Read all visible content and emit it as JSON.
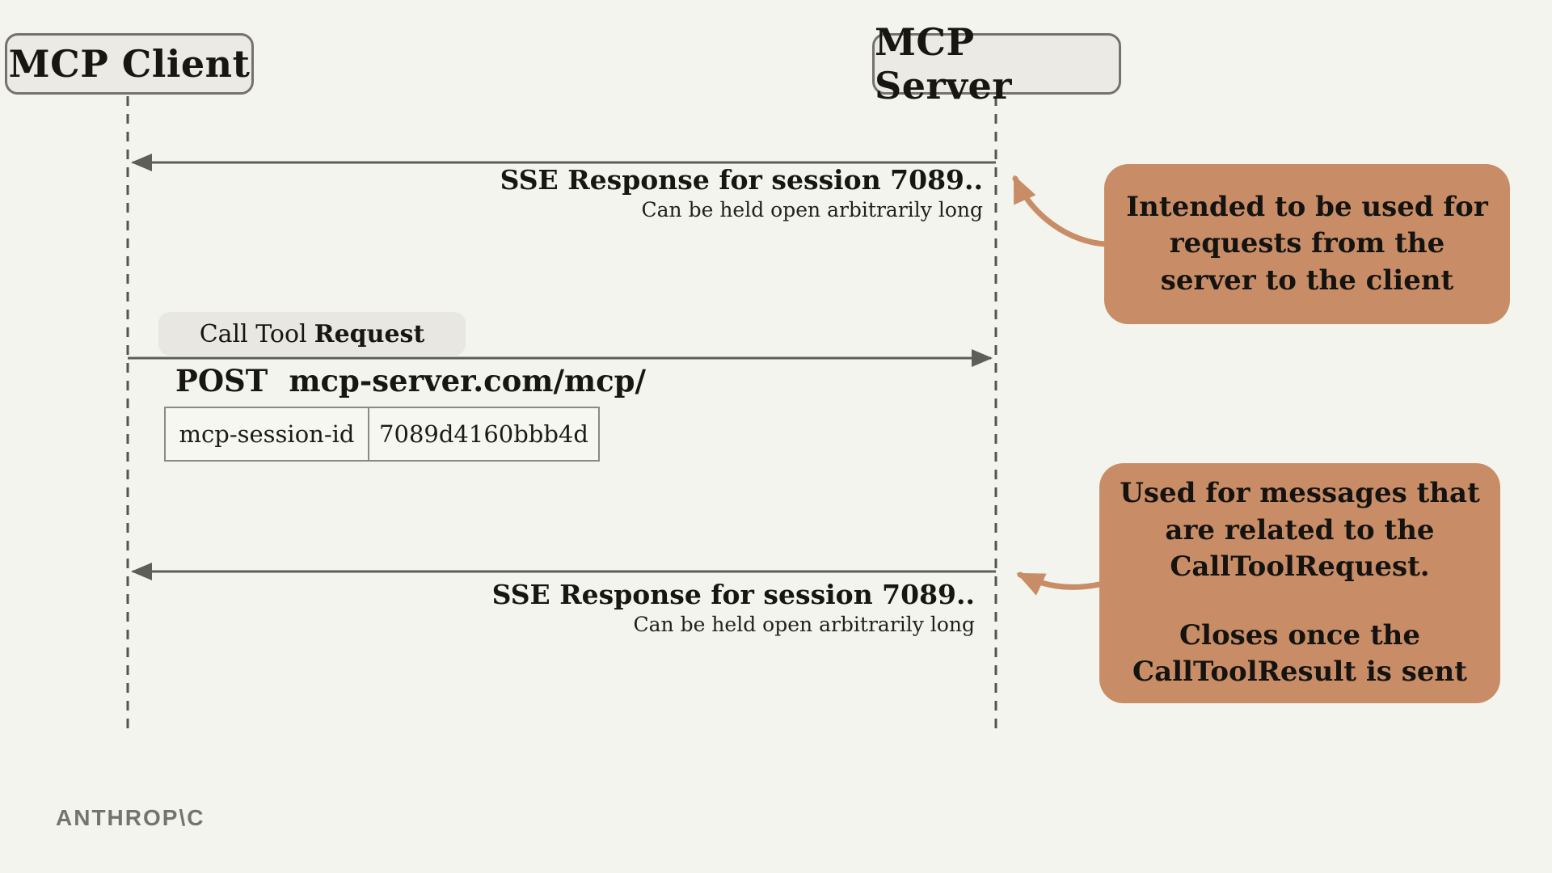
{
  "colors": {
    "background": "#f3f4ee",
    "accent_orange": "#c88d67",
    "line_gray": "#5e5d56",
    "actor_fill": "#ebeae4",
    "actor_border": "#74736a"
  },
  "actors": {
    "client": "MCP Client",
    "server": "MCP Server"
  },
  "messages": {
    "sse_top": {
      "label": "SSE Response for session 7089..",
      "note": "Can be held open arbitrarily long",
      "direction": "server-to-client"
    },
    "call_tool": {
      "pill_prefix": "Call Tool",
      "pill_bold": "Request",
      "method": "POST",
      "url": "mcp-server.com/mcp/",
      "header_key": "mcp-session-id",
      "header_value": "7089d4160bbb4d",
      "direction": "client-to-server"
    },
    "sse_bottom": {
      "label": "SSE Response for session 7089..",
      "note": "Can be held open arbitrarily long",
      "direction": "server-to-client"
    }
  },
  "callouts": {
    "top": {
      "text": "Intended to be used for\nrequests from the\nserver to the client"
    },
    "bottom": {
      "text_1": "Used for messages that\nare related to the\nCallToolRequest.",
      "text_2": "Closes once the\nCallToolResult is sent"
    }
  },
  "footer": {
    "brand": "ANTHROP\\C"
  }
}
